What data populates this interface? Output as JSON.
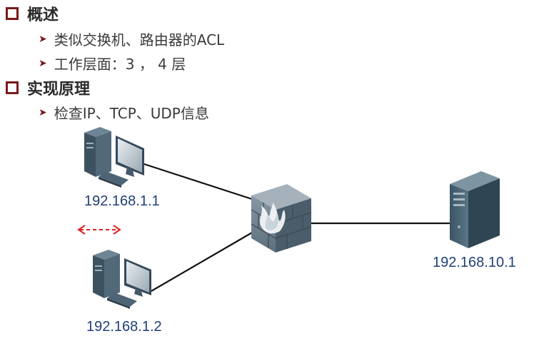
{
  "sections": [
    {
      "title": "概述",
      "items": [
        "类似交换机、路由器的ACL",
        "工作层面：3 ， 4 层"
      ]
    },
    {
      "title": "实现原理",
      "items": [
        "检查IP、TCP、UDP信息"
      ]
    }
  ],
  "nodes": {
    "pc1": "192.168.1.1",
    "pc2": "192.168.1.2",
    "server": "192.168.10.1"
  },
  "colors": {
    "heading_square": "#7a1a1a",
    "ip_text": "#1f3f78",
    "dashed_arrow": "#e02020"
  }
}
